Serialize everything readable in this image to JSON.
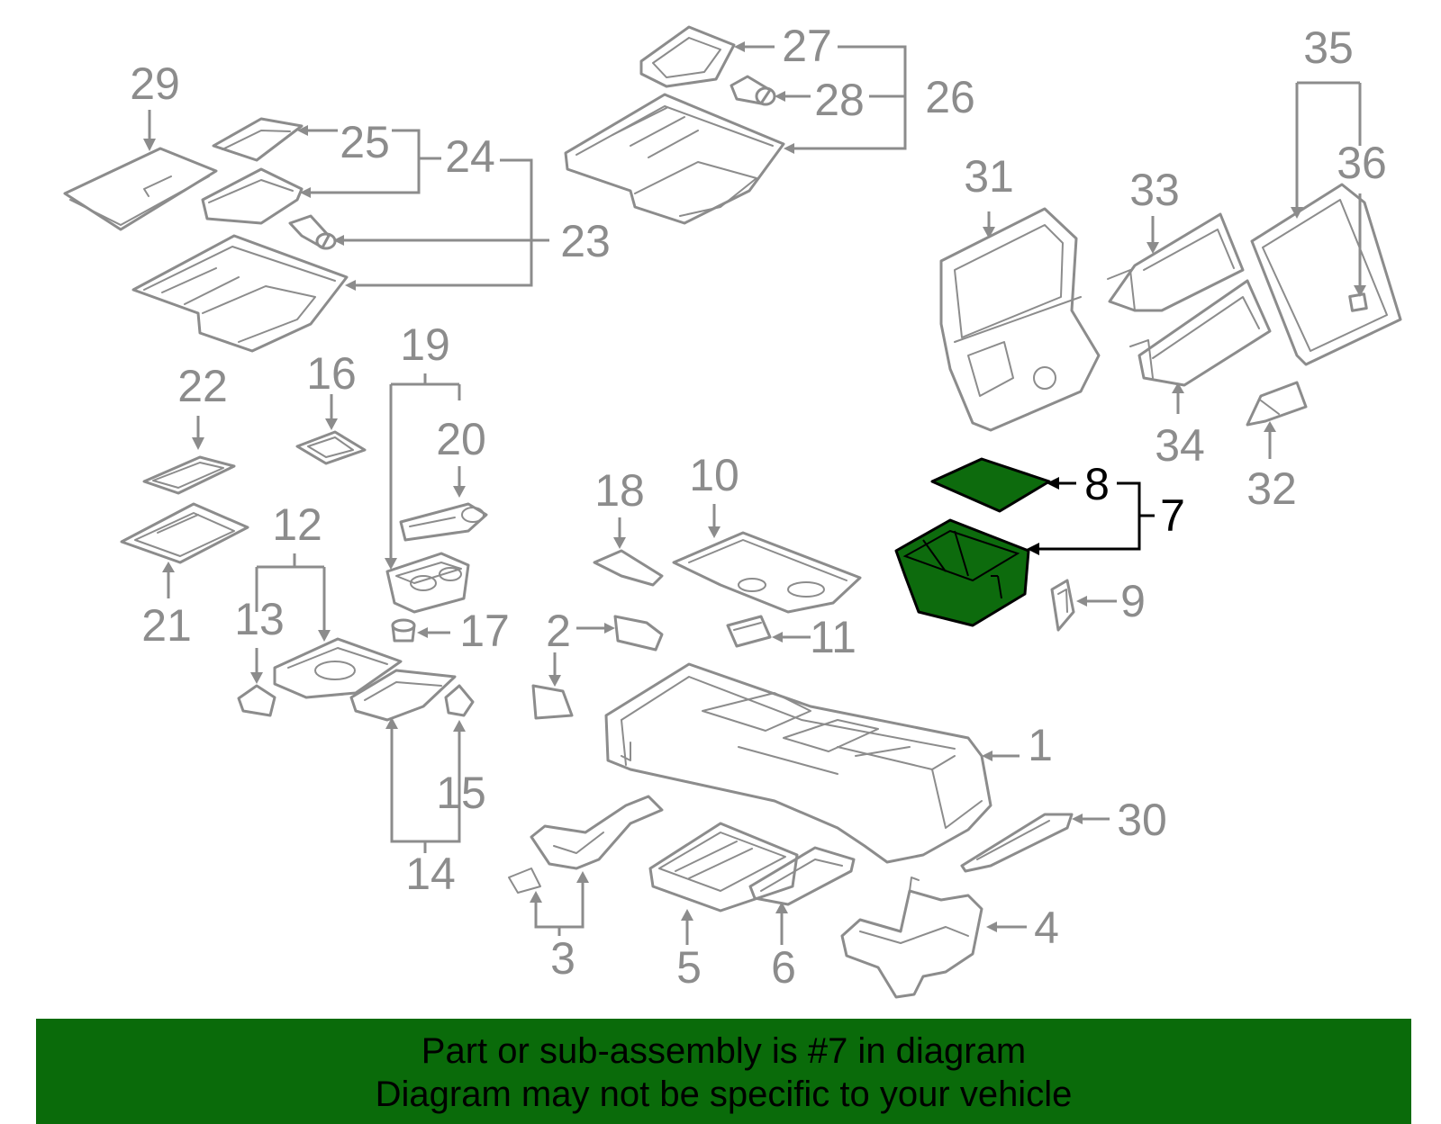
{
  "callouts": {
    "c1": "1",
    "c2": "2",
    "c3": "3",
    "c4": "4",
    "c5": "5",
    "c6": "6",
    "c7": "7",
    "c8": "8",
    "c9": "9",
    "c10": "10",
    "c11": "11",
    "c12": "12",
    "c13": "13",
    "c14": "14",
    "c15": "15",
    "c16": "16",
    "c17": "17",
    "c18": "18",
    "c19": "19",
    "c20": "20",
    "c21": "21",
    "c22": "22",
    "c23": "23",
    "c24": "24",
    "c25": "25",
    "c26": "26",
    "c27": "27",
    "c28": "28",
    "c29": "29",
    "c30": "30",
    "c31": "31",
    "c32": "32",
    "c33": "33",
    "c34": "34",
    "c35": "35",
    "c36": "36"
  },
  "highlight": {
    "part_number": "7",
    "sub_part_number": "8",
    "fill_color": "#0d6b0d",
    "outline_color": "#000000"
  },
  "colors": {
    "part_stroke": "#8c8c8c",
    "banner_bg": "#0a6b0a"
  },
  "banner": {
    "line1": "Part or sub-assembly is #7 in diagram",
    "line2": "Diagram may not be specific to your vehicle"
  }
}
